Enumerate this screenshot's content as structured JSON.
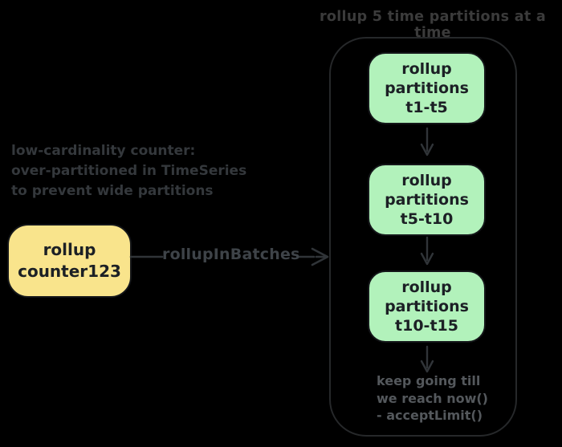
{
  "title": "rollup 5 time partitions at a time",
  "colors": {
    "background": "#000000",
    "title_text": "#3b3b3b",
    "note_text": "#34383c",
    "muted_text": "#54585c",
    "label_text": "#3e4348",
    "container_stroke": "#26282a",
    "arrow_stroke": "#303438",
    "box_stroke": "#141619",
    "yellow_fill": "#f9e48c",
    "green_fill": "#b2f2bb",
    "box_text": "#1c2025"
  },
  "left_note": {
    "lines": [
      "low-cardinality counter:",
      "over-partitioned in TimeSeries",
      "to prevent wide partitions"
    ]
  },
  "source_box": {
    "lines": [
      "rollup",
      "counter123"
    ]
  },
  "flow_arrow": {
    "label": "rollupInBatches"
  },
  "batch_container": {
    "steps": [
      {
        "lines": [
          "rollup",
          "partitions",
          "t1-t5"
        ]
      },
      {
        "lines": [
          "rollup",
          "partitions",
          "t5-t10"
        ]
      },
      {
        "lines": [
          "rollup",
          "partitions",
          "t10-t15"
        ]
      }
    ],
    "footnote": {
      "lines": [
        "keep going till",
        "we reach now()",
        "- acceptLimit()"
      ]
    }
  }
}
